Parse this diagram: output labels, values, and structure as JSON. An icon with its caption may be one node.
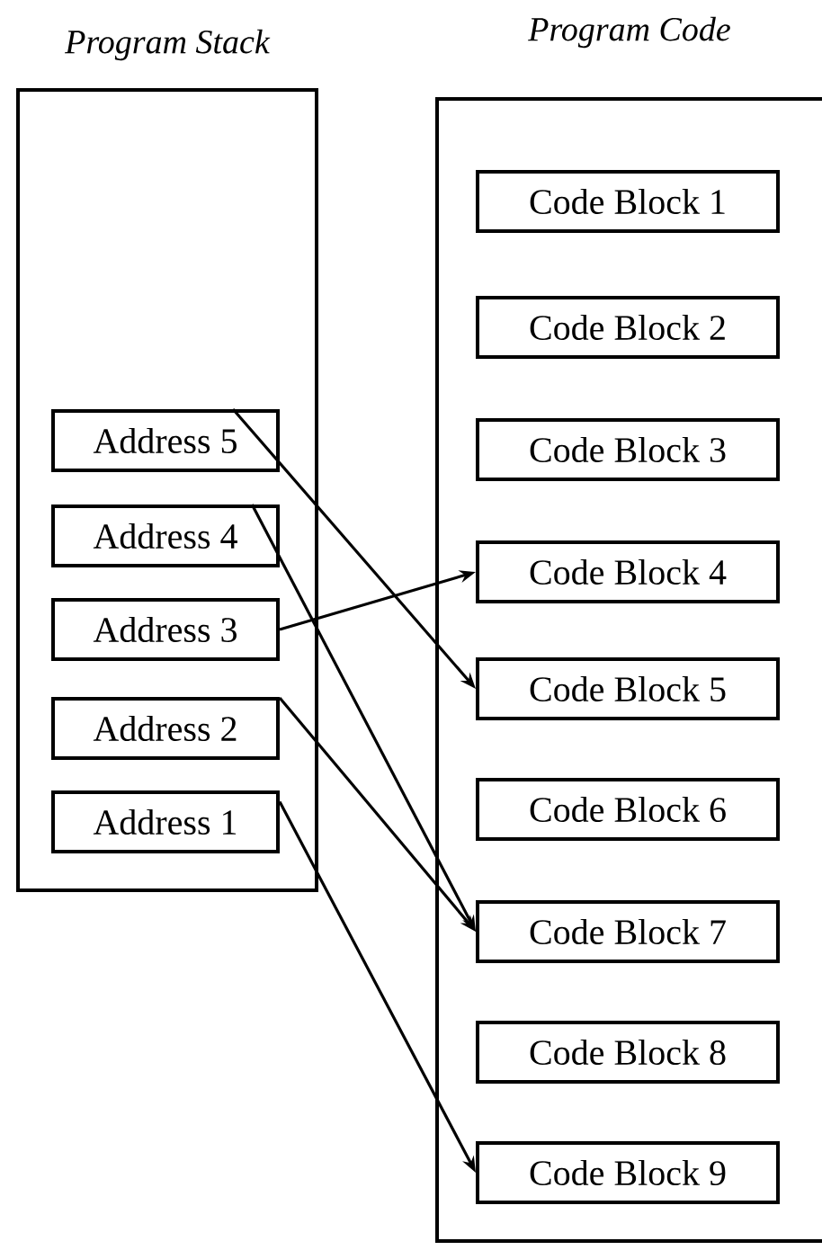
{
  "diagram": {
    "nodes": [
      {
        "text": [
          "Program Stack"
        ]
      },
      {
        "text": [
          "Address 5"
        ],
        "in": 0
      },
      {
        "text": [
          "Address 4"
        ],
        "in": 0
      },
      {
        "text": [
          "Address 3"
        ],
        "in": 0
      },
      {
        "text": [
          "Address 2"
        ],
        "in": 0
      },
      {
        "text": [
          "Address 1"
        ],
        "in": 0
      },
      {
        "text": [
          "Program Code"
        ]
      },
      {
        "text": [
          "Code Block 1"
        ],
        "in": 6
      },
      {
        "text": [
          "Code Block 2"
        ],
        "in": 6
      },
      {
        "text": [
          "Code Block 3"
        ],
        "in": 6
      },
      {
        "text": [
          "Code Block 4"
        ],
        "in": 6
      },
      {
        "text": [
          "Code Block 5"
        ],
        "in": 6
      },
      {
        "text": [
          "Code Block 6"
        ],
        "in": 6
      },
      {
        "text": [
          "Code Block 7"
        ],
        "in": 6
      },
      {
        "text": [
          "Code Block 8"
        ],
        "in": 6
      },
      {
        "text": [
          "Code Block 9"
        ],
        "in": 6
      }
    ],
    "edges": [
      {
        "from": 1,
        "to": 11,
        "arrow": "to"
      },
      {
        "from": 2,
        "to": 13,
        "arrow": "to"
      },
      {
        "from": 3,
        "to": 10,
        "arrow": "to"
      },
      {
        "from": 4,
        "to": 13,
        "arrow": "to"
      },
      {
        "from": 5,
        "to": 15,
        "arrow": "to"
      }
    ]
  }
}
